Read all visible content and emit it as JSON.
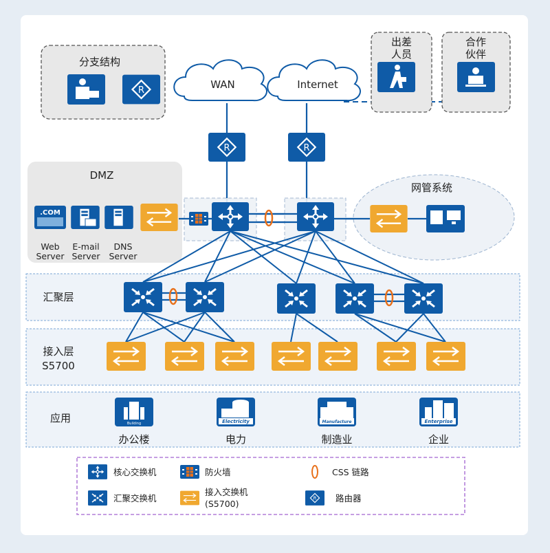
{
  "colors": {
    "primary_blue": "#0f5ba7",
    "access_orange": "#f0a830",
    "css_ring": "#e8701a",
    "legend_border": "#b27fd8"
  },
  "branch": {
    "title": "分支结构"
  },
  "clouds": {
    "wan": "WAN",
    "internet": "Internet"
  },
  "travel": {
    "line1": "出差",
    "line2": "人员"
  },
  "partner": {
    "line1": "合作",
    "line2": "伙伴"
  },
  "dmz": {
    "title": "DMZ",
    "servers": [
      {
        "line1": "Web",
        "line2": "Server",
        "icon_text": ".COM"
      },
      {
        "line1": "E-mail",
        "line2": "Server"
      },
      {
        "line1": "DNS",
        "line2": "Server"
      }
    ]
  },
  "nms": {
    "title": "网管系统"
  },
  "layers": {
    "aggregation": "汇聚层",
    "access_line1": "接入层",
    "access_line2": "S5700",
    "application": "应用"
  },
  "apps": [
    {
      "label": "办公楼",
      "icon_text": "Building"
    },
    {
      "label": "电力",
      "icon_text": "Electricity"
    },
    {
      "label": "制造业",
      "icon_text": "Manufacture"
    },
    {
      "label": "企业",
      "icon_text": "Enterprise"
    }
  ],
  "topology": {
    "edges": [
      [
        "core1",
        "agg1"
      ],
      [
        "core1",
        "agg2"
      ],
      [
        "core1",
        "agg3"
      ],
      [
        "core1",
        "agg4"
      ],
      [
        "core1",
        "agg5"
      ],
      [
        "core2",
        "agg1"
      ],
      [
        "core2",
        "agg2"
      ],
      [
        "core2",
        "agg3"
      ],
      [
        "core2",
        "agg4"
      ],
      [
        "core2",
        "agg5"
      ],
      [
        "agg1",
        "acc1"
      ],
      [
        "agg1",
        "acc2"
      ],
      [
        "agg1",
        "acc3"
      ],
      [
        "agg2",
        "acc1"
      ],
      [
        "agg2",
        "acc2"
      ],
      [
        "agg2",
        "acc3"
      ],
      [
        "agg3",
        "acc4"
      ],
      [
        "agg3",
        "acc5"
      ],
      [
        "agg4",
        "acc6"
      ],
      [
        "agg4",
        "acc7"
      ],
      [
        "agg5",
        "acc6"
      ],
      [
        "agg5",
        "acc7"
      ]
    ]
  },
  "legend": {
    "core_switch": "核心交换机",
    "firewall": "防火墙",
    "css_link": "CSS 链路",
    "agg_switch": "汇聚交换机",
    "access_switch_line1": "接入交换机",
    "access_switch_line2": "(S5700)",
    "router": "路由器"
  }
}
